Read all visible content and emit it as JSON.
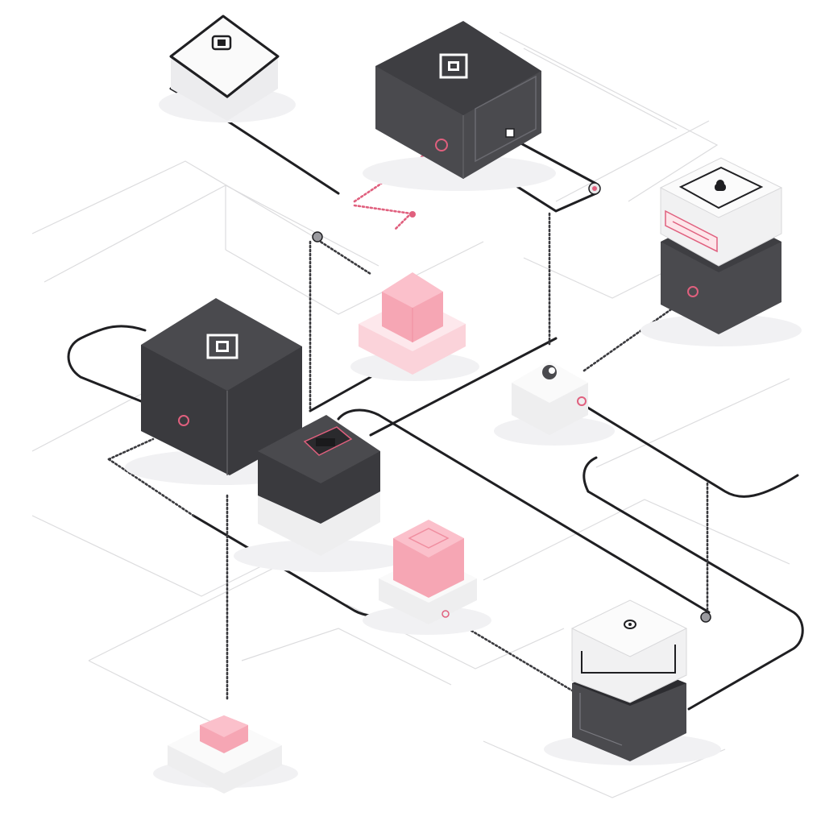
{
  "diagram": {
    "style": "isometric network of blocks connected by cables",
    "colors": {
      "dark_block": "#4a4a4e",
      "dark_block_top": "#3e3e42",
      "light_block": "#f4f4f5",
      "pink_block": "#f6a6b4",
      "pink_accent": "#e0607e",
      "cable": "#1f1f22"
    },
    "nodes": [
      {
        "id": "small-light-block-top-left",
        "kind": "light",
        "icon": "square-chip-icon"
      },
      {
        "id": "large-dark-block-top",
        "kind": "dark",
        "icon": "square-target-icon"
      },
      {
        "id": "stacked-block-right",
        "kind": "light-on-dark",
        "icon": "cloud-icon"
      },
      {
        "id": "pink-cube-center",
        "kind": "pink"
      },
      {
        "id": "large-dark-block-left",
        "kind": "dark",
        "icon": "square-target-icon"
      },
      {
        "id": "dark-slot-block-center",
        "kind": "dark-on-light",
        "icon": "slot-icon"
      },
      {
        "id": "small-light-block-right",
        "kind": "light",
        "icon": "dot-icon"
      },
      {
        "id": "pink-cube-bottom",
        "kind": "pink"
      },
      {
        "id": "stacked-block-bottom-right",
        "kind": "light-on-dark",
        "icon": "dot-icon"
      },
      {
        "id": "pink-tile-bottom-left",
        "kind": "pink-flat"
      }
    ]
  }
}
